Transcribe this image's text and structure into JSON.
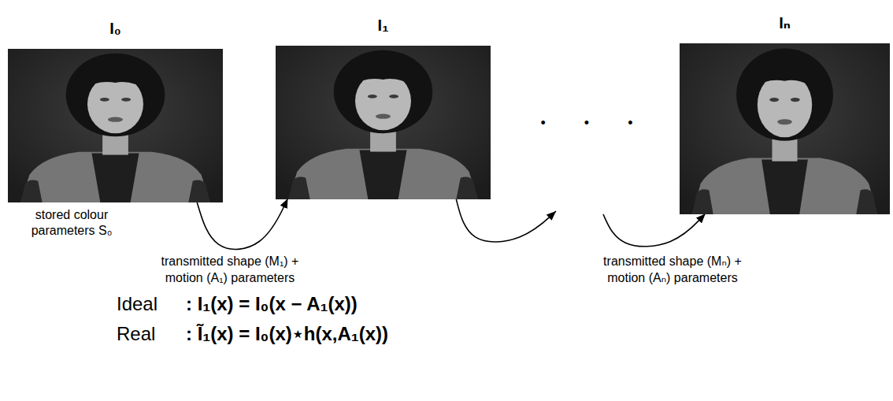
{
  "diagram": {
    "nodes": [
      {
        "text": [
          "I₀",
          "stored colour parameters S₀"
        ]
      },
      {
        "text": [
          "I₁"
        ]
      },
      {
        "text": [
          "Iₙ"
        ]
      }
    ],
    "edges": [
      {
        "from": 0,
        "to": 1,
        "arrow": "to",
        "label": "transmitted shape (M₁) + motion (A₁) parameters"
      },
      {
        "from": 1,
        "to": 2,
        "arrow": "to",
        "label": "transmitted shape (Mₙ) + motion (Aₙ) parameters"
      }
    ],
    "labels": [
      "• • •",
      "Ideal",
      ": I₁(x) = I₀(x − A₁(x))",
      "Real",
      ": Ĩ₁(x) = I₀(x)⋆h(x,A₁(x))"
    ]
  }
}
